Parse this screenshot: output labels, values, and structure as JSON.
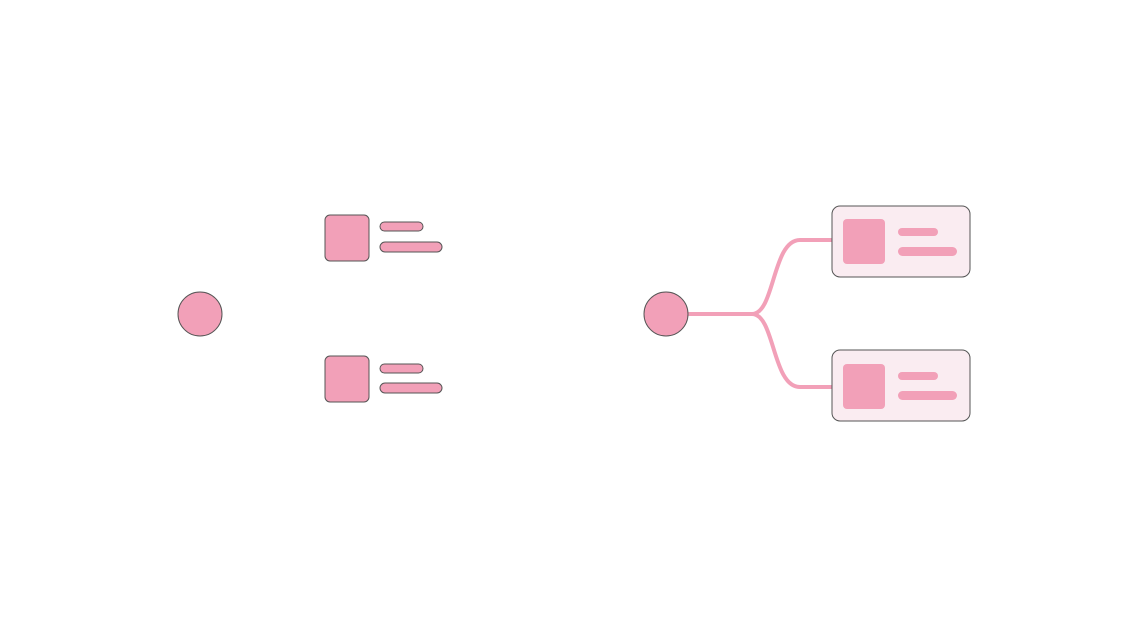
{
  "colors": {
    "background": "#ffffff",
    "accent": "#f2a0b8",
    "card_fill": "#faecf1",
    "outline": "#555555"
  },
  "panels": {
    "left": {
      "root": {
        "shape": "circle"
      },
      "items": [
        {
          "thumbnail": "square",
          "text_lines": 2
        },
        {
          "thumbnail": "square",
          "text_lines": 2
        }
      ]
    },
    "right": {
      "root": {
        "shape": "circle"
      },
      "connector": "branching-curve",
      "items": [
        {
          "thumbnail": "square",
          "text_lines": 2,
          "in_card": true
        },
        {
          "thumbnail": "square",
          "text_lines": 2,
          "in_card": true
        }
      ]
    }
  }
}
